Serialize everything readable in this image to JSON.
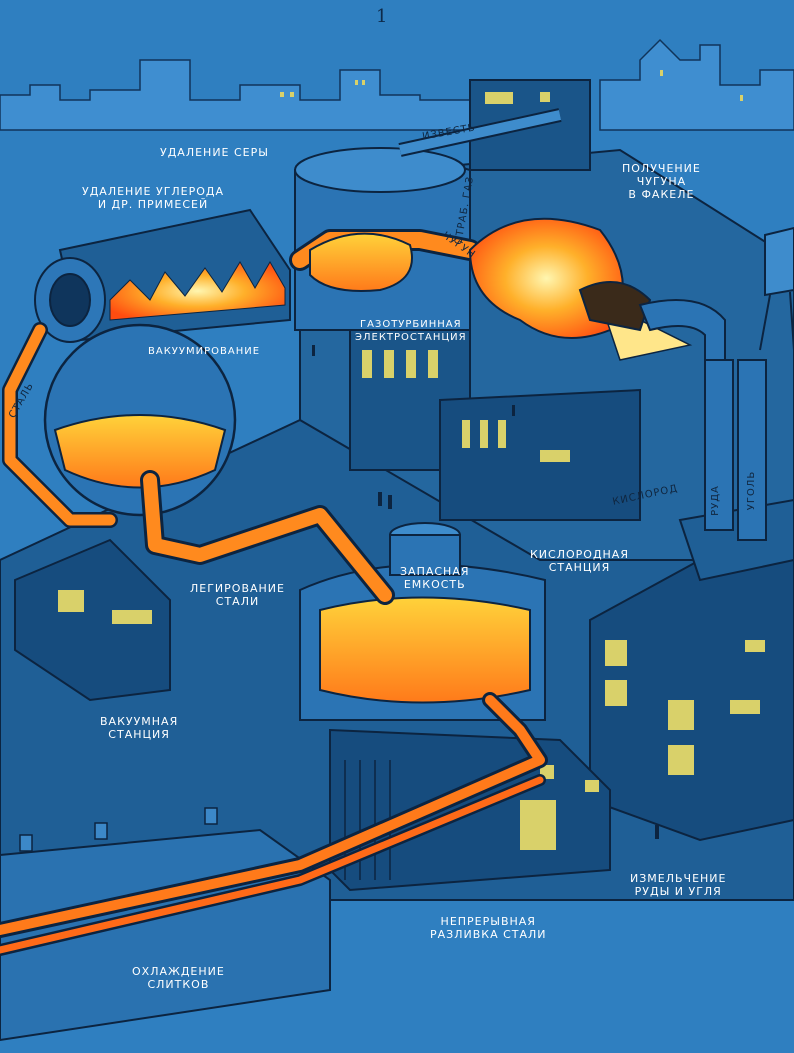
{
  "page_number": "1",
  "colors": {
    "background": "#2f7fc0",
    "building": "#1f5f96",
    "building_dark": "#13406b",
    "outline": "#0c2440",
    "molten": "#ff8a1e",
    "molten_light": "#ffd23a",
    "flame": "#ff5a14",
    "window": "#d9d16a"
  },
  "labels": {
    "sulfur_removal": "УДАЛЕНИЕ СЕРЫ",
    "carbon_removal": "УДАЛЕНИЕ УГЛЕРОДА\nИ ДР. ПРИМЕСЕЙ",
    "iron_in_torch": "ПОЛУЧЕНИЕ\nЧУГУНА\nВ ФАКЕЛЕ",
    "gas_turbine_plant": "ГАЗОТУРБИННАЯ\nЭЛЕКТРОСТАНЦИЯ",
    "vacuumizing": "ВАКУУМИРОВАНИЕ",
    "steel_alloying": "ЛЕГИРОВАНИЕ\nСТАЛИ",
    "reserve_tank": "ЗАПАСНАЯ\nЕМКОСТЬ",
    "oxygen_station": "КИСЛОРОДНАЯ\nСТАНЦИЯ",
    "vacuum_station": "ВАКУУМНАЯ\nСТАНЦИЯ",
    "continuous_casting": "НЕПРЕРЫВНАЯ\nРАЗЛИВКА СТАЛИ",
    "ingot_cooling": "ОХЛАЖДЕНИЕ\nСЛИТКОВ",
    "ore_coal_grinding": "ИЗМЕЛЬЧЕНИЕ\nРУДЫ И УГЛЯ"
  },
  "pipe_labels": {
    "lime": "ИЗВЕСТЬ",
    "spent_gas": "ОТРАБ. ГАЗ",
    "cast_iron": "ЧУГУН",
    "steel": "СТАЛЬ",
    "oxygen": "КИСЛОРОД",
    "ore": "РУДА",
    "coal": "УГОЛЬ"
  }
}
